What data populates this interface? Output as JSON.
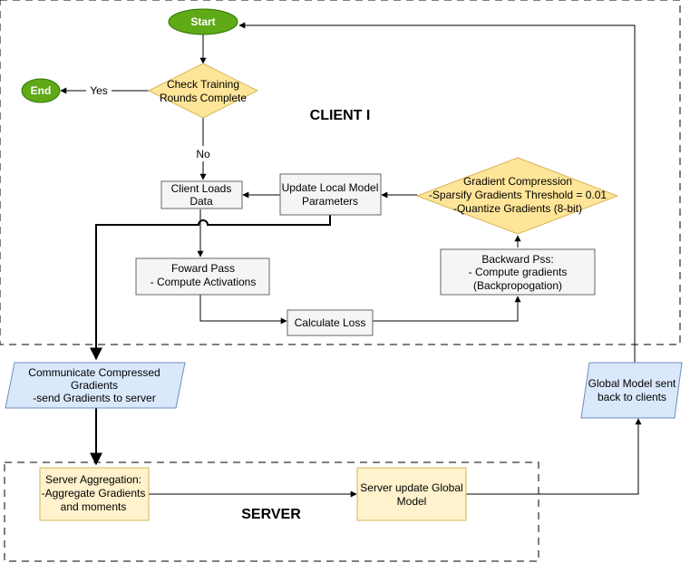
{
  "regions": {
    "client": "CLIENT I",
    "server": "SERVER"
  },
  "nodes": {
    "start": "Start",
    "end": "End",
    "check": [
      "Check Training",
      "Rounds Complete"
    ],
    "yes": "Yes",
    "no": "No",
    "client_loads": [
      "Client Loads",
      "Data"
    ],
    "update_local": [
      "Update Local Model",
      "Parameters"
    ],
    "grad_compress": [
      "Gradient Compression",
      "-Sparsify Gradients Threshold = 0.01",
      "-Quantize Gradients (8-bit)"
    ],
    "forward": [
      "Foward Pass",
      "- Compute Activations"
    ],
    "backward": [
      "Backward Pss:",
      "- Compute gradients",
      "(Backpropogation)"
    ],
    "calc_loss": "Calculate Loss",
    "communicate": [
      "Communicate Compressed",
      "Gradients",
      "-send Gradients to server"
    ],
    "global_sent": [
      "Global Model sent",
      "back to clients"
    ],
    "server_agg": [
      "Server Aggregation:",
      "-Aggregate Gradients",
      "and moments"
    ],
    "server_update": [
      "Server update Global",
      "Model"
    ]
  },
  "colors": {
    "green_fill": "#60a917",
    "green_stroke": "#2d7600",
    "yellow_fill": "#ffe599",
    "yellow_stroke": "#d6b656",
    "gray_fill": "#f5f5f5",
    "gray_stroke": "#666666",
    "blue_fill": "#dae8fc",
    "blue_stroke": "#6c8ebf",
    "orange_fill": "#fff2cc"
  }
}
